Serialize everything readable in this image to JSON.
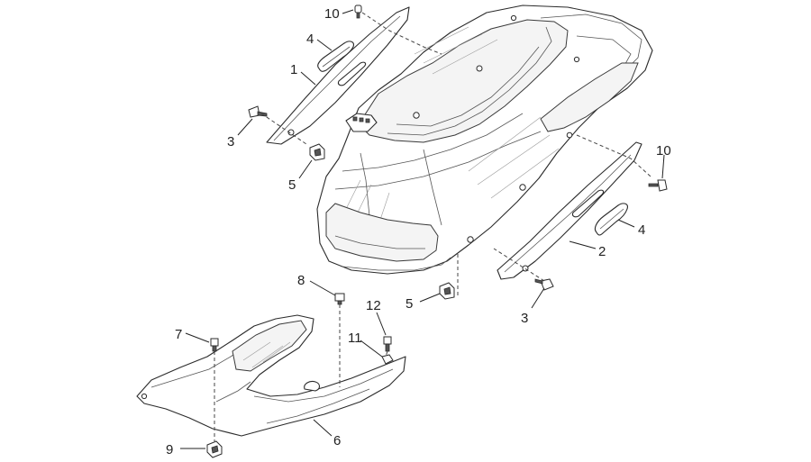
{
  "callouts": [
    {
      "id": "c10a",
      "label": "10"
    },
    {
      "id": "c4a",
      "label": "4"
    },
    {
      "id": "c1",
      "label": "1"
    },
    {
      "id": "c3a",
      "label": "3"
    },
    {
      "id": "c5a",
      "label": "5"
    },
    {
      "id": "c10b",
      "label": "10"
    },
    {
      "id": "c4b",
      "label": "4"
    },
    {
      "id": "c2",
      "label": "2"
    },
    {
      "id": "c3b",
      "label": "3"
    },
    {
      "id": "c8",
      "label": "8"
    },
    {
      "id": "c5b",
      "label": "5"
    },
    {
      "id": "c12",
      "label": "12"
    },
    {
      "id": "c7",
      "label": "7"
    },
    {
      "id": "c11",
      "label": "11"
    },
    {
      "id": "c9",
      "label": "9"
    },
    {
      "id": "c6",
      "label": "6"
    }
  ]
}
